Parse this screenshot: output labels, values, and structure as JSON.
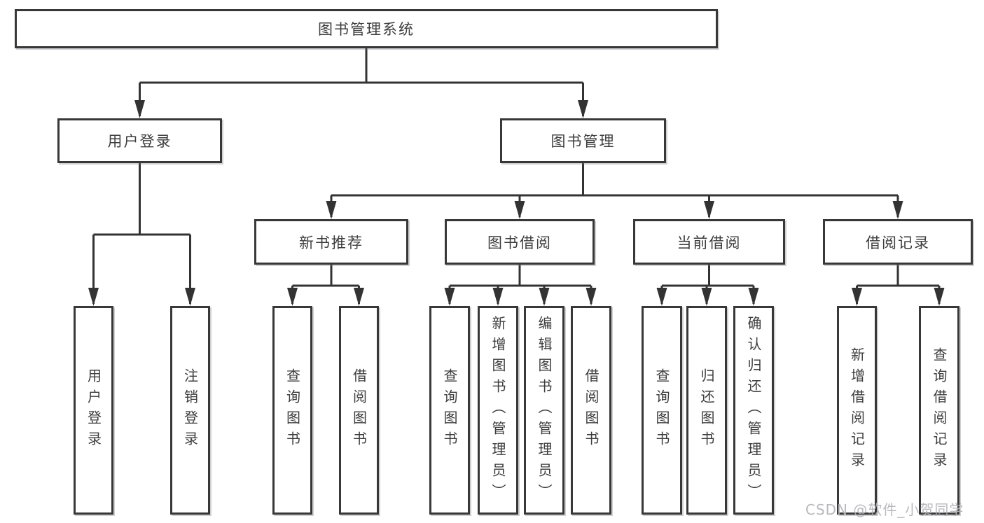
{
  "tree": {
    "root": "图书管理系统",
    "branches": [
      {
        "label": "用户登录",
        "children": [
          "用户登录",
          "注销登录"
        ]
      },
      {
        "label": "图书管理",
        "groups": [
          {
            "label": "新书推荐",
            "children": [
              "查询图书",
              "借阅图书"
            ]
          },
          {
            "label": "图书借阅",
            "children": [
              "查询图书",
              "新增图书（管理员）",
              "编辑图书（管理员）",
              "借阅图书"
            ]
          },
          {
            "label": "当前借阅",
            "children": [
              "查询图书",
              "归还图书",
              "确认归还（管理员）"
            ]
          },
          {
            "label": "借阅记录",
            "children": [
              "新增借阅记录",
              "查询借阅记录"
            ]
          }
        ]
      }
    ]
  },
  "watermark": "CSDN @软件_小贺同学",
  "colors": {
    "line": "#333333",
    "box_border": "#383838",
    "text": "#3d3d3d",
    "watermark": "#b2b2b6",
    "background": "#ffffff"
  }
}
